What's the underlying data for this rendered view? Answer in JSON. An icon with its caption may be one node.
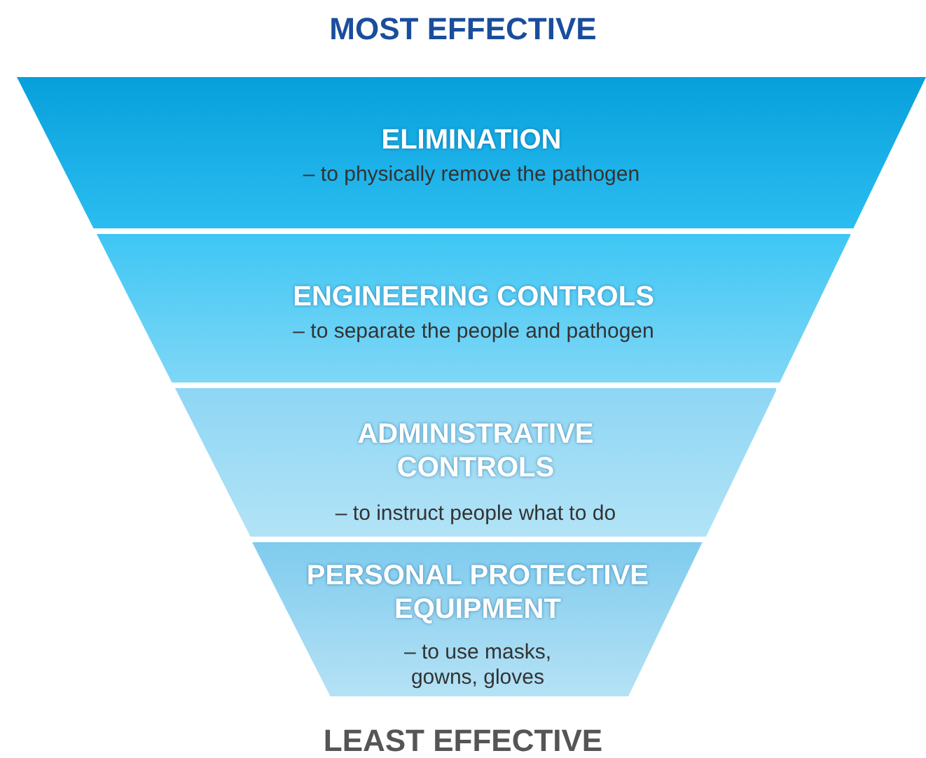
{
  "diagram": {
    "title": "MOST EFFECTIVE",
    "nodes": [
      {
        "text": [
          "ELIMINATION",
          "– to physically remove the pathogen"
        ]
      },
      {
        "text": [
          "ENGINEERING CONTROLS",
          "– to separate the people and pathogen"
        ]
      },
      {
        "text": [
          "ADMINISTRATIVE CONTROLS",
          "– to instruct people what to do"
        ]
      },
      {
        "text": [
          "PERSONAL PROTECTIVE EQUIPMENT",
          "– to use masks, gowns, gloves"
        ]
      }
    ],
    "labels": [
      "LEAST EFFECTIVE"
    ]
  }
}
